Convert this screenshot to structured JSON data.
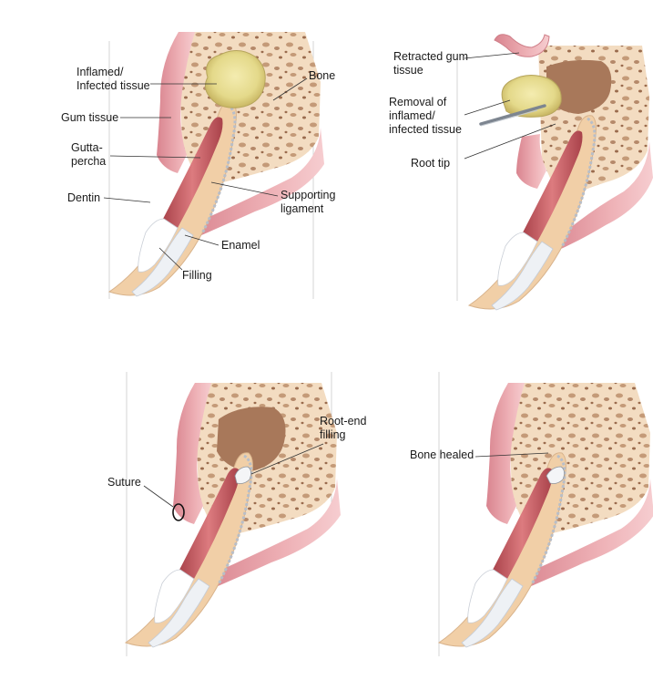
{
  "colors": {
    "bone": "#f3dcc1",
    "bone_pore": "#c49a78",
    "bone_pore_dark": "#9a6b4d",
    "gum": "#eaa6ad",
    "gum_dark": "#cf7f89",
    "dentin": "#f1cfa7",
    "pulp": "#c9565b",
    "enamel": "#eef1f5",
    "cavity": "#a8785a",
    "infection": "#e4d98a"
  },
  "panels": {
    "p1": {
      "labels": {
        "inflamed": [
          "Inflamed/",
          "Infected tissue"
        ],
        "bone": "Bone",
        "gum": "Gum tissue",
        "gutta": [
          "Gutta-",
          "percha"
        ],
        "dentin": "Dentin",
        "ligament": [
          "Supporting",
          "ligament"
        ],
        "enamel": "Enamel",
        "filling": "Filling"
      }
    },
    "p2": {
      "labels": {
        "retracted": [
          "Retracted gum",
          "tissue"
        ],
        "removal": [
          "Removal of",
          "inflamed/",
          "infected tissue"
        ],
        "roottip": "Root tip"
      }
    },
    "p3": {
      "labels": {
        "suture": "Suture",
        "rootend": [
          "Root-end",
          "filling"
        ]
      }
    },
    "p4": {
      "labels": {
        "healed": "Bone healed"
      }
    }
  }
}
